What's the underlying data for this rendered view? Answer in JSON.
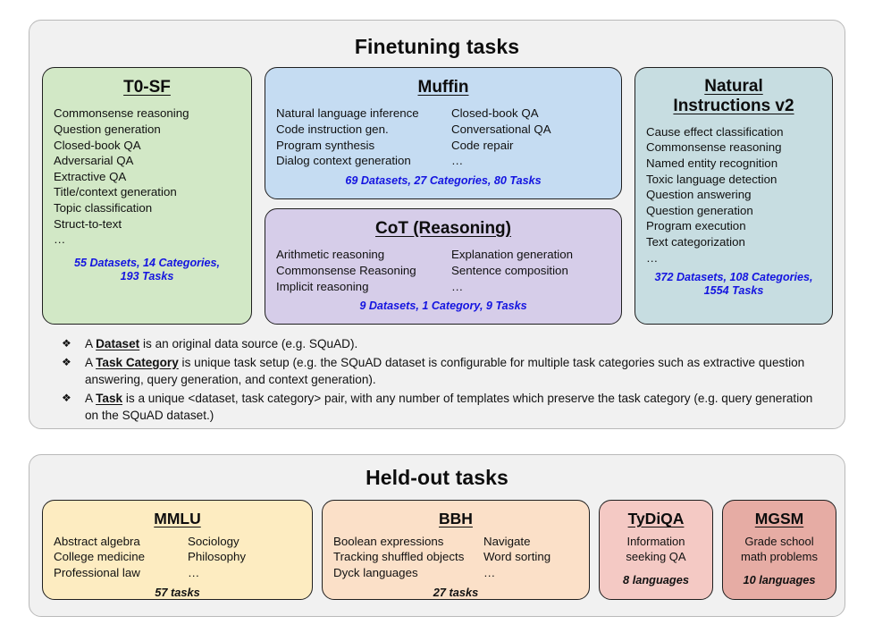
{
  "finetuning": {
    "title": "Finetuning tasks",
    "boxes": {
      "t0sf": {
        "title": "T0-SF",
        "items": [
          "Commonsense reasoning",
          "Question generation",
          "Closed-book QA",
          "Adversarial QA",
          "Extractive QA",
          "Title/context generation",
          "Topic classification",
          "Struct-to-text",
          "…"
        ],
        "stat_line1": "55 Datasets, 14 Categories,",
        "stat_line2": "193 Tasks",
        "color": "#d2e8c6"
      },
      "muffin": {
        "title": "Muffin",
        "col1": [
          "Natural language inference",
          "Code instruction gen.",
          "Program synthesis",
          "Dialog context generation"
        ],
        "col2": [
          "Closed-book QA",
          "Conversational QA",
          "Code repair",
          "…"
        ],
        "stat": "69 Datasets, 27 Categories, 80 Tasks",
        "color": "#c5dcf2"
      },
      "cot": {
        "title": "CoT (Reasoning)",
        "col1": [
          "Arithmetic reasoning",
          "Commonsense Reasoning",
          "Implicit reasoning"
        ],
        "col2": [
          "Explanation generation",
          "Sentence composition",
          "…"
        ],
        "stat": "9 Datasets, 1 Category, 9 Tasks",
        "color": "#d6cde9"
      },
      "natural_instructions": {
        "title_line1": "Natural",
        "title_line2": "Instructions v2",
        "items": [
          "Cause effect classification",
          "Commonsense reasoning",
          "Named entity recognition",
          "Toxic language detection",
          "Question answering",
          "Question generation",
          "Program execution",
          "Text categorization",
          "…"
        ],
        "stat_line1": "372 Datasets, 108 Categories,",
        "stat_line2": "1554 Tasks",
        "color": "#c7dde1"
      }
    },
    "bullets": [
      {
        "mark": "❖",
        "prefix": "A ",
        "term": "Dataset",
        "suffix": " is an original data source (e.g. SQuAD)."
      },
      {
        "mark": "❖",
        "prefix": "A ",
        "term": "Task Category",
        "suffix": " is unique task setup (e.g. the SQuAD dataset is configurable for multiple task categories such as extractive question answering, query generation, and context generation)."
      },
      {
        "mark": "❖",
        "prefix": "A ",
        "term": "Task",
        "suffix": " is a unique <dataset, task category> pair, with any number of templates which preserve the task category (e.g. query generation on the SQuAD dataset.)"
      }
    ]
  },
  "heldout": {
    "title": "Held-out tasks",
    "boxes": {
      "mmlu": {
        "title": "MMLU",
        "col1": [
          "Abstract algebra",
          "College medicine",
          "Professional law"
        ],
        "col2": [
          "Sociology",
          "Philosophy",
          "…"
        ],
        "stat": "57 tasks",
        "color": "#fdecc1"
      },
      "bbh": {
        "title": "BBH",
        "col1": [
          "Boolean expressions",
          "Tracking shuffled objects",
          "Dyck languages"
        ],
        "col2": [
          "Navigate",
          "Word sorting",
          "…"
        ],
        "stat": "27 tasks",
        "color": "#fbe0c8"
      },
      "tydiqa": {
        "title": "TyDiQA",
        "items": [
          "Information",
          "seeking QA"
        ],
        "stat": "8 languages",
        "color": "#f4c9c4"
      },
      "mgsm": {
        "title": "MGSM",
        "items": [
          "Grade school",
          "math problems"
        ],
        "stat": "10 languages",
        "color": "#e6aca4"
      }
    }
  },
  "theme": {
    "panel_background": "#f1f1f1",
    "panel_border": "#b9b9b9",
    "box_border": "#1f1f1f",
    "stat_accent": "#1414e0",
    "text": "#111111"
  }
}
